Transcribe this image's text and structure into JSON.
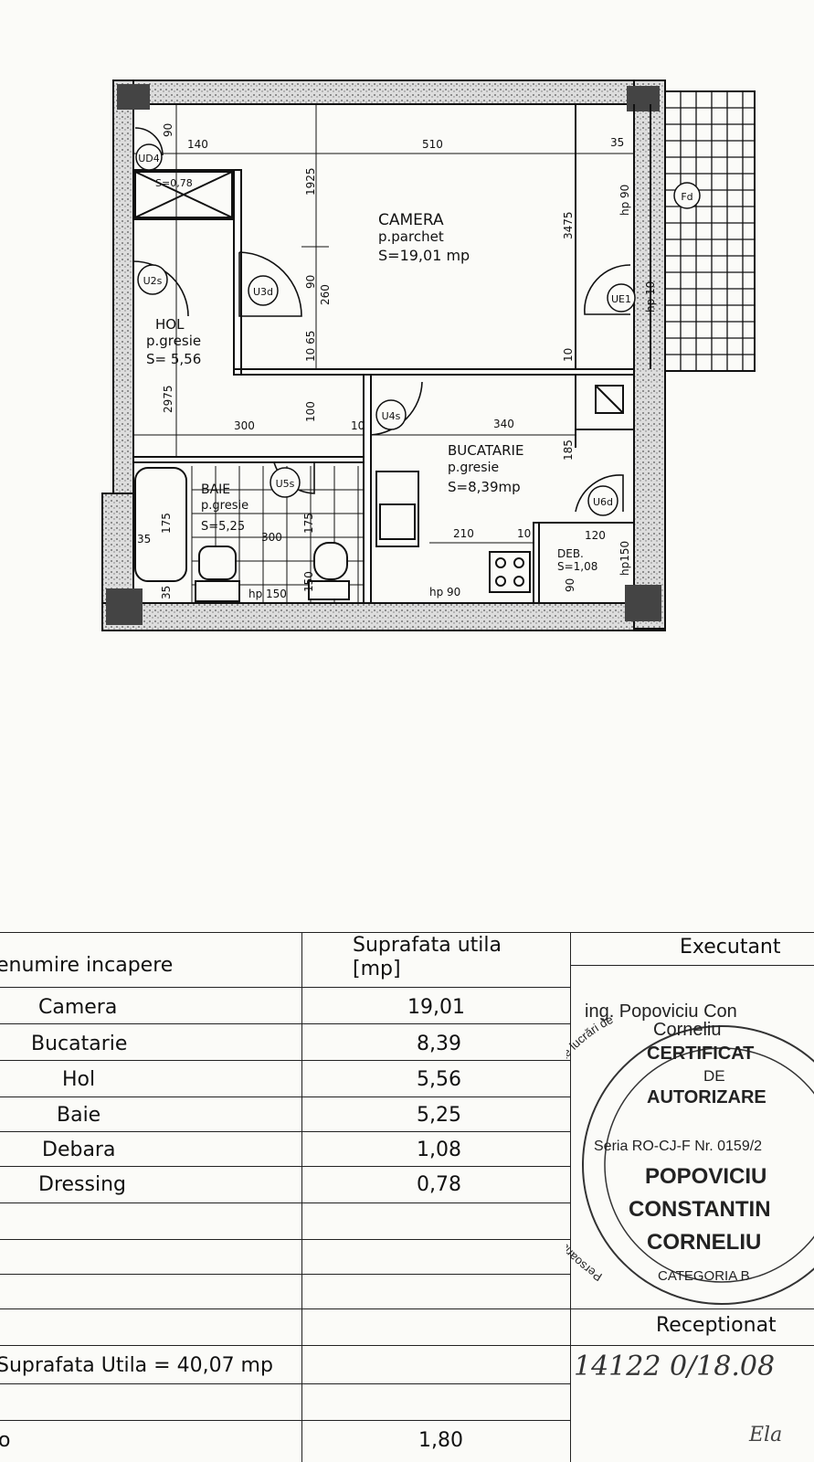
{
  "plan": {
    "rooms": {
      "camera": {
        "name": "CAMERA",
        "floor": "p.parchet",
        "area": "S=19,01 mp"
      },
      "hol": {
        "name": "HOL",
        "floor": "p.gresie",
        "area": "S= 5,56"
      },
      "bucatarie": {
        "name": "BUCATARIE",
        "floor": "p.gresie",
        "area": "S=8,39mp"
      },
      "baie": {
        "name": "BAIE",
        "floor": "p.gresie",
        "area": "S=5,25"
      },
      "debara": {
        "name": "DEB.",
        "area": "S=1,08"
      },
      "dressing": {
        "area": "S=0,78"
      }
    },
    "doors": [
      "UD4",
      "U2s",
      "U3d",
      "UE1",
      "U4s",
      "U5s",
      "U6d",
      "Fd"
    ],
    "dims": [
      "140",
      "510",
      "35",
      "90",
      "1925",
      "hp 90",
      "3475",
      "260",
      "90",
      "hp 10",
      "10 65",
      "10",
      "2975",
      "100",
      "300",
      "10",
      "340",
      "185",
      "175",
      "300",
      "175",
      "35",
      "35",
      "150",
      "210",
      "10",
      "120",
      "hp150",
      "90",
      "hp 150",
      "hp 90"
    ]
  },
  "table": {
    "header_name": "enumire incapere",
    "header_area": "Suprafata utila [mp]",
    "header_exec": "Executant",
    "rows": [
      {
        "name": "Camera",
        "area": "19,01"
      },
      {
        "name": "Bucatarie",
        "area": "8,39"
      },
      {
        "name": "Hol",
        "area": "5,56"
      },
      {
        "name": "Baie",
        "area": "5,25"
      },
      {
        "name": "Debara",
        "area": "1,08"
      },
      {
        "name": "Dressing",
        "area": "0,78"
      }
    ],
    "total_label": "Suprafata Utila  =  40,07  mp",
    "receptionat": "Receptionat",
    "handwritten_nr": "14122 0/18.08",
    "bottom_fragment_left": "o  ",
    "bottom_fragment_mid": "1,80",
    "bottom_fragment_right": "Ela"
  },
  "stamp": {
    "executant_name": "ing. Popoviciu Con",
    "ring_text": "Persoană Fizică autorizată de ANCPI să execute lucrări de",
    "first_name": "Corneliu",
    "cert1": "CERTIFICAT",
    "cert2": "DE",
    "cert3": "AUTORIZARE",
    "serie": "Seria RO-CJ-F Nr. 0159/2",
    "name1": "POPOVICIU",
    "name2": "CONSTANTIN",
    "name3": "CORNELIU",
    "categ": "CATEGORIA B"
  }
}
